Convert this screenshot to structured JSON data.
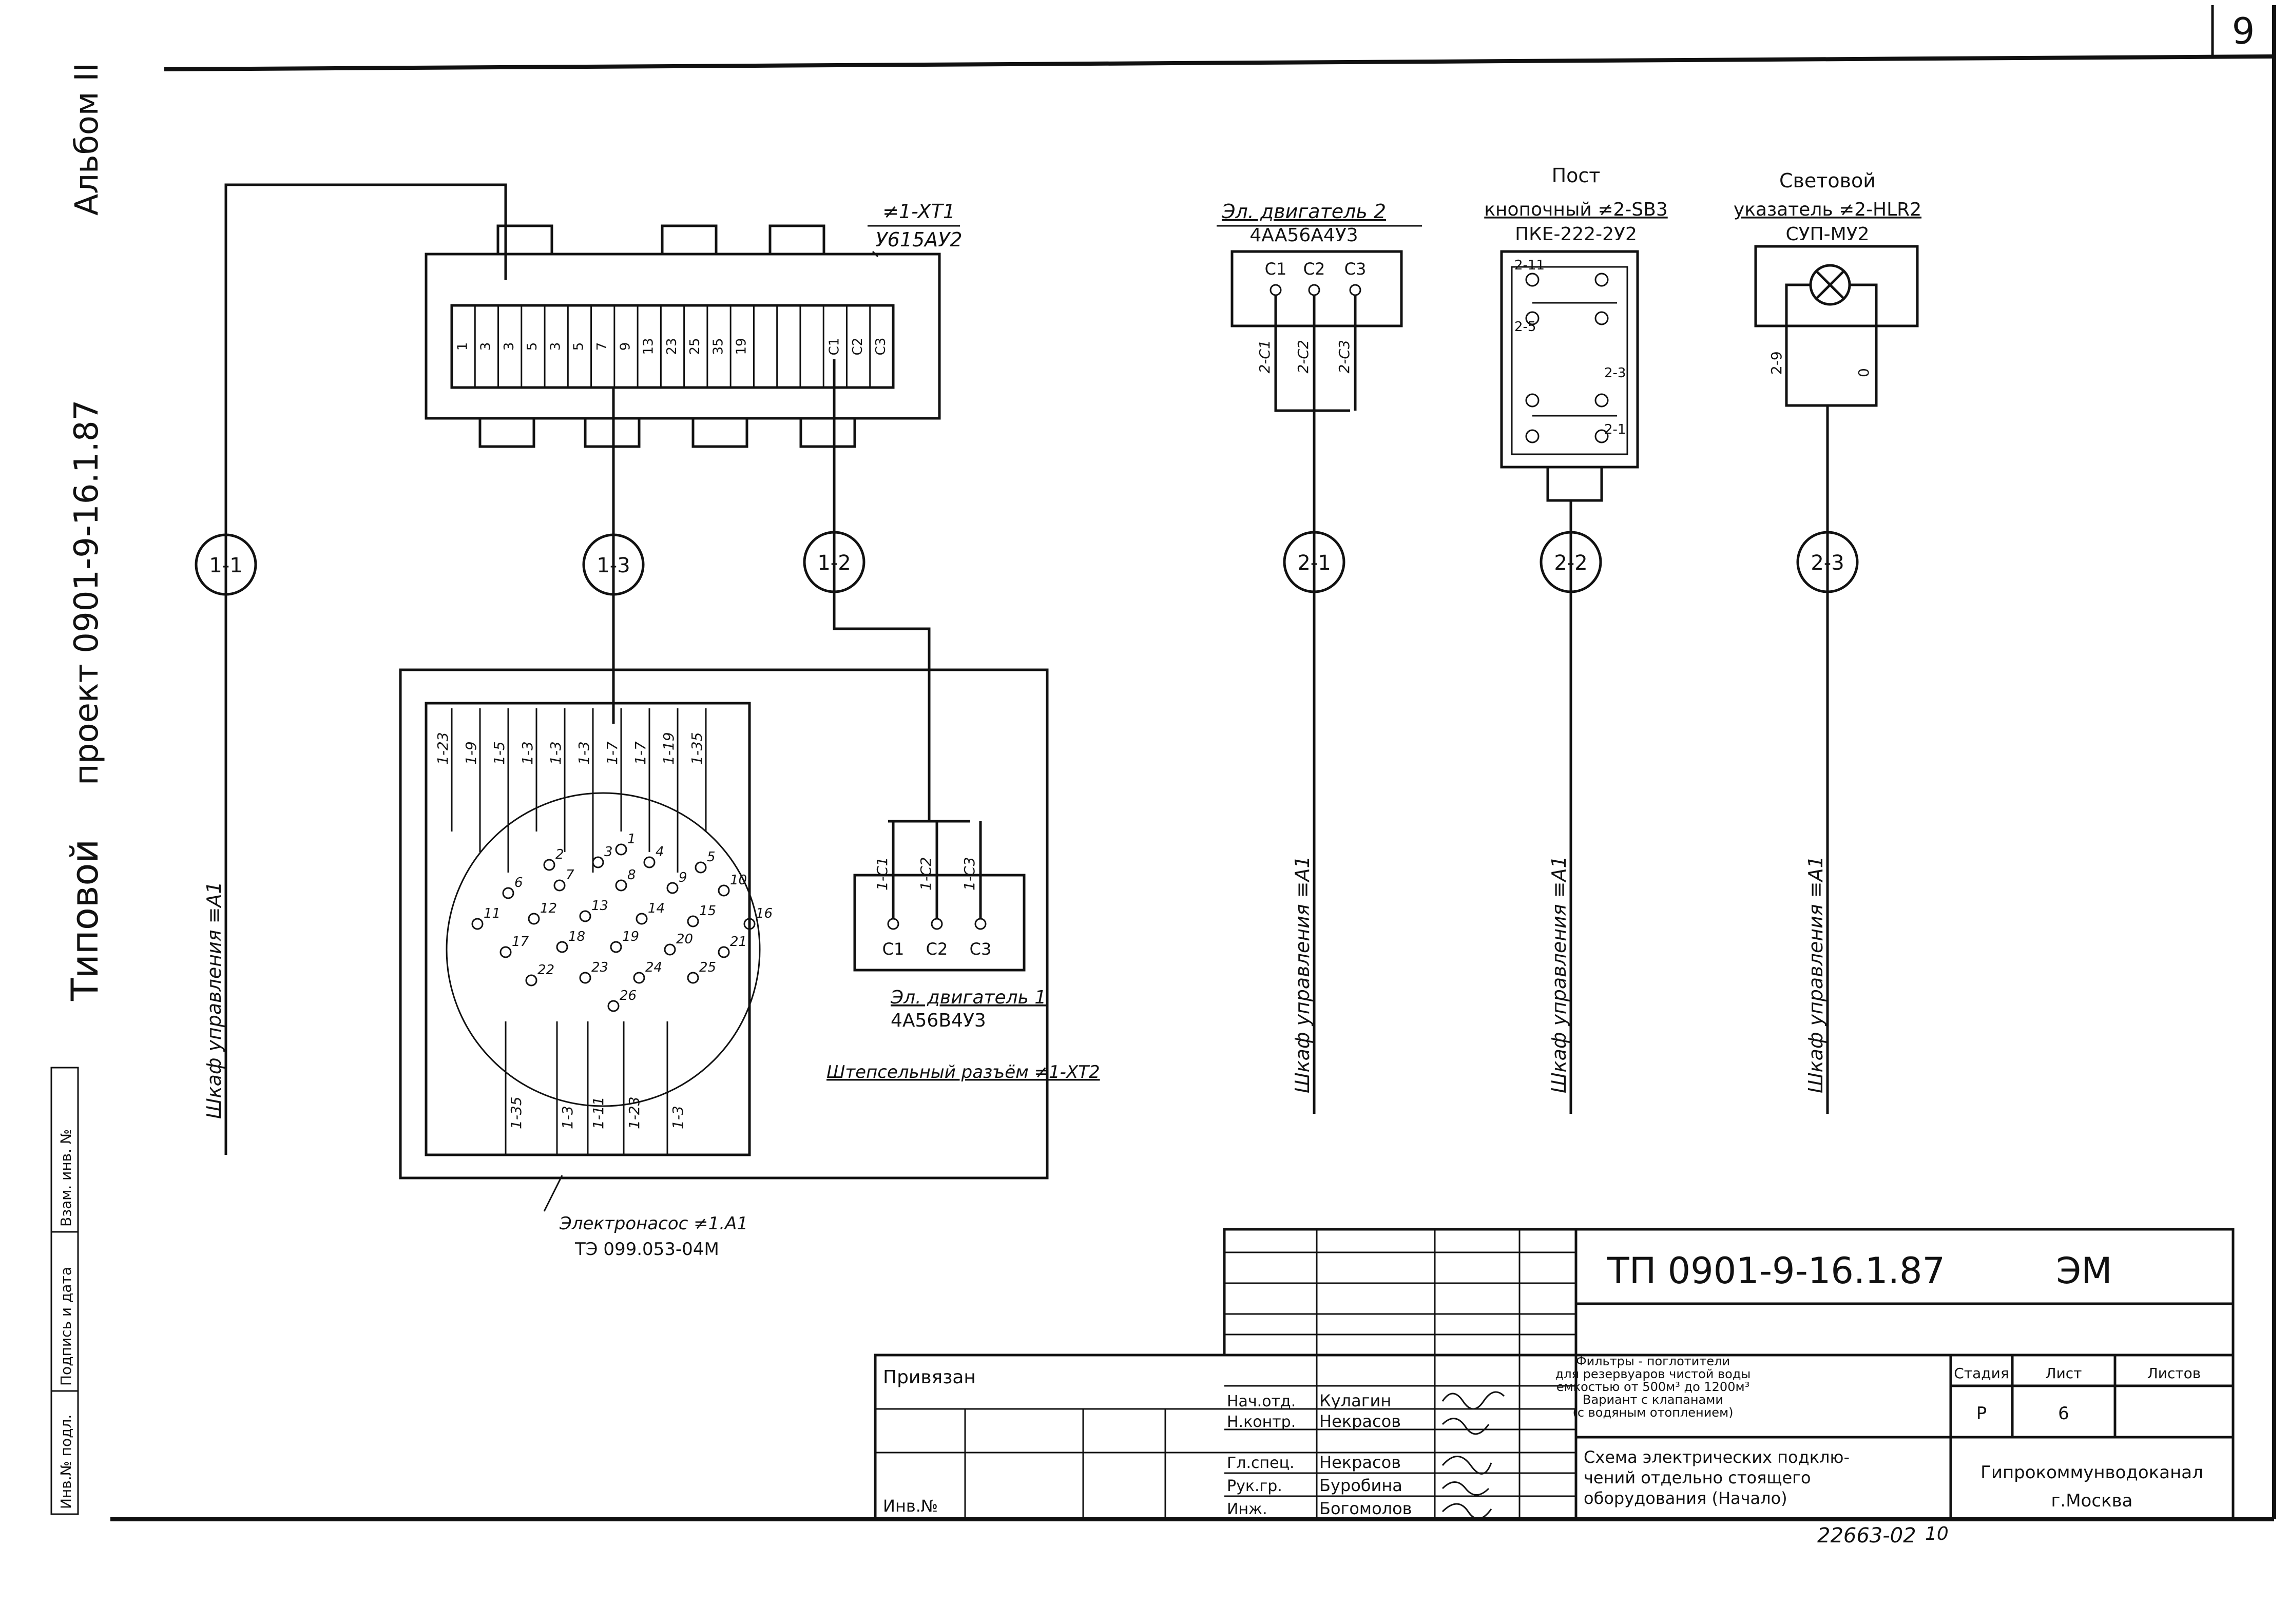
{
  "sheet": {
    "number": "9"
  },
  "margin": {
    "album": "Альбом II",
    "project_label": "Типовой",
    "project_code": "проект 0901-9-16.1.87",
    "stamp_labels": [
      "Инв.№ подл.",
      "Подпись и дата",
      "Взам. инв. №"
    ]
  },
  "terminal_block": {
    "ref": "≠1-XT1",
    "type": "У615АУ2",
    "contacts_top": [
      "1",
      "3",
      "3",
      "5",
      "3",
      "5",
      "7",
      "9",
      "13",
      "23",
      "25",
      "35",
      "19",
      "",
      "",
      "",
      "C1",
      "C2",
      "C3"
    ]
  },
  "circuits": [
    {
      "id": "1-1",
      "label": "Шкаф управления ≡A1"
    },
    {
      "id": "1-3"
    },
    {
      "id": "1-2"
    },
    {
      "id": "2-1",
      "label": "Шкаф управления ≡A1"
    },
    {
      "id": "2-2",
      "label": "Шкаф управления ≡A1"
    },
    {
      "id": "2-3",
      "label": "Шкаф управления ≡A1"
    }
  ],
  "motor2": {
    "title": "Эл. двигатель 2",
    "type": "4AA56A4У3",
    "terminals": [
      "C1",
      "C2",
      "C3"
    ],
    "wires": [
      "2-C1",
      "2-C2",
      "2-C3"
    ]
  },
  "button_post": {
    "title1": "Пост",
    "title2": "кнопочный ≠2-SB3",
    "type": "ПКЕ-222-2У2",
    "marks": [
      "2-11",
      "2-5",
      "2-3",
      "2-1"
    ]
  },
  "light": {
    "title1": "Световой",
    "title2": "указатель ≠2-HLR2",
    "type": "СУП-МУ2",
    "marks": [
      "2-9",
      "0"
    ]
  },
  "connector": {
    "title": "Штепсельный разъём ≠1-XT2",
    "top_wires": [
      "1-23",
      "1-9",
      "1-5",
      "1-3",
      "1-3",
      "1-3",
      "1-7",
      "1-7",
      "1-19",
      "1-35"
    ],
    "bottom_wires": [
      "1-35",
      "1-3",
      "1-11",
      "1-23",
      "1-3"
    ],
    "pins": [
      "1",
      "2",
      "3",
      "4",
      "5",
      "6",
      "7",
      "8",
      "9",
      "10",
      "11",
      "12",
      "13",
      "14",
      "15",
      "16",
      "17",
      "18",
      "19",
      "20",
      "21",
      "22",
      "23",
      "24",
      "25",
      "26"
    ],
    "pump_title": "Электронасос ≠1.A1",
    "pump_type": "ТЭ 099.053-04М"
  },
  "motor1": {
    "title": "Эл. двигатель 1",
    "type": "4A56B4У3",
    "terminals": [
      "C1",
      "C2",
      "C3"
    ],
    "wires": [
      "1-C1",
      "1-C2",
      "1-C3"
    ]
  },
  "title_block": {
    "code": "ТП 0901-9-16.1.87",
    "mark": "ЭМ",
    "attached": "Привязан",
    "inv": "Инв.№",
    "roles": [
      "Нач.отд.",
      "Н.контр.",
      "Гл.спец.",
      "Рук.гр.",
      "Инж."
    ],
    "names": [
      "Кулагин",
      "Некрасов",
      "Некрасов",
      "Буробина",
      "Богомолов"
    ],
    "desc": [
      "Фильтры - поглотители",
      "для резервуаров чистой воды",
      "емкостью от 500м³ до 1200м³",
      "Вариант с клапанами",
      "(с водяным отоплением)"
    ],
    "sheet_title": [
      "Схема электрических подклю-",
      "чений отдельно стоящего",
      "оборудования (Начало)"
    ],
    "col_headers": [
      "Стадия",
      "Лист",
      "Листов"
    ],
    "stage": "Р",
    "sheet": "6",
    "org": [
      "Гипрокоммунводоканал",
      "г.Москва"
    ],
    "archive": "22663-02",
    "archive_sheet": "10"
  }
}
